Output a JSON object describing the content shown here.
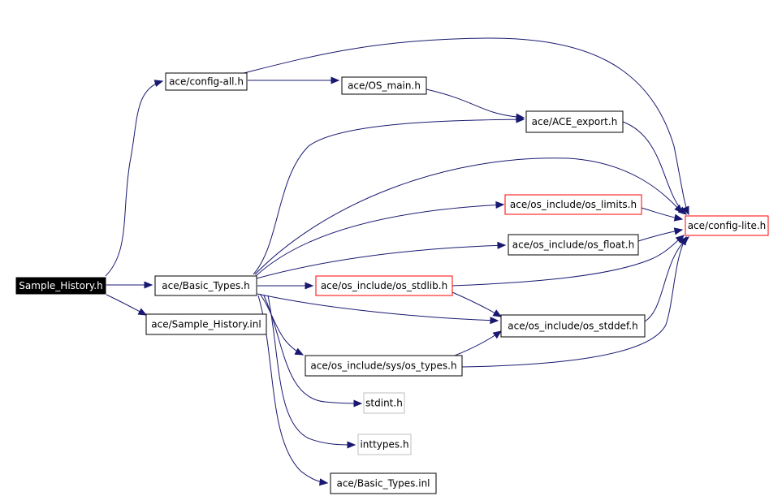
{
  "colors": {
    "edge": "#191970",
    "node_border_default": "#000000",
    "node_border_undocumented": "#ff0000",
    "node_border_external": "#bfbfbf",
    "root_fill": "#000000",
    "root_text": "#ffffff",
    "node_fill": "#ffffff",
    "node_text": "#000000"
  },
  "nodes": [
    {
      "id": "root",
      "label": "Sample_History.h",
      "style": "root"
    },
    {
      "id": "configall",
      "label": "ace/config-all.h",
      "style": "default"
    },
    {
      "id": "osmain",
      "label": "ace/OS_main.h",
      "style": "default"
    },
    {
      "id": "aceexport",
      "label": "ace/ACE_export.h",
      "style": "default"
    },
    {
      "id": "configlite",
      "label": "ace/config-lite.h",
      "style": "red"
    },
    {
      "id": "oslimits",
      "label": "ace/os_include/os_limits.h",
      "style": "red"
    },
    {
      "id": "osfloat",
      "label": "ace/os_include/os_float.h",
      "style": "default"
    },
    {
      "id": "basictypes",
      "label": "ace/Basic_Types.h",
      "style": "default"
    },
    {
      "id": "osstdlib",
      "label": "ace/os_include/os_stdlib.h",
      "style": "red"
    },
    {
      "id": "samplehistinl",
      "label": "ace/Sample_History.inl",
      "style": "default"
    },
    {
      "id": "osstddef",
      "label": "ace/os_include/os_stddef.h",
      "style": "default"
    },
    {
      "id": "ostypes",
      "label": "ace/os_include/sys/os_types.h",
      "style": "default"
    },
    {
      "id": "stdint",
      "label": "stdint.h",
      "style": "gray"
    },
    {
      "id": "inttypes",
      "label": "inttypes.h",
      "style": "gray"
    },
    {
      "id": "basictypesinl",
      "label": "ace/Basic_Types.inl",
      "style": "default"
    }
  ],
  "edges": [
    {
      "from": "root",
      "to": "configall"
    },
    {
      "from": "root",
      "to": "basictypes"
    },
    {
      "from": "root",
      "to": "samplehistinl"
    },
    {
      "from": "configall",
      "to": "osmain"
    },
    {
      "from": "configall",
      "to": "configlite"
    },
    {
      "from": "osmain",
      "to": "aceexport"
    },
    {
      "from": "aceexport",
      "to": "configlite"
    },
    {
      "from": "basictypes",
      "to": "aceexport"
    },
    {
      "from": "basictypes",
      "to": "configlite"
    },
    {
      "from": "basictypes",
      "to": "oslimits"
    },
    {
      "from": "basictypes",
      "to": "osfloat"
    },
    {
      "from": "basictypes",
      "to": "osstdlib"
    },
    {
      "from": "basictypes",
      "to": "osstddef"
    },
    {
      "from": "basictypes",
      "to": "ostypes"
    },
    {
      "from": "basictypes",
      "to": "stdint"
    },
    {
      "from": "basictypes",
      "to": "inttypes"
    },
    {
      "from": "basictypes",
      "to": "basictypesinl"
    },
    {
      "from": "oslimits",
      "to": "configlite"
    },
    {
      "from": "osfloat",
      "to": "configlite"
    },
    {
      "from": "osstdlib",
      "to": "configlite"
    },
    {
      "from": "osstdlib",
      "to": "osstddef"
    },
    {
      "from": "osstddef",
      "to": "configlite"
    },
    {
      "from": "ostypes",
      "to": "osstddef"
    },
    {
      "from": "ostypes",
      "to": "configlite"
    }
  ]
}
